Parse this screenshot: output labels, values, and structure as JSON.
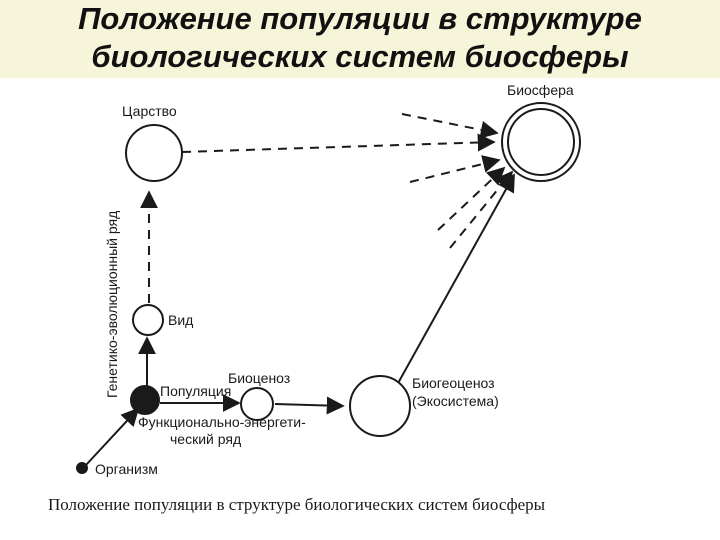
{
  "title": {
    "line1": "Положение популяции в структуре",
    "line2": "биологических систем биосферы"
  },
  "nodes": {
    "biosphere": "Биосфера",
    "kingdom": "Царство",
    "species": "Вид",
    "population": "Популяция",
    "biocenosis": "Биоценоз",
    "biogeocenosis_line1": "Биогеоценоз",
    "biogeocenosis_line2": "(Экосистема)",
    "organism": "Организм"
  },
  "axes": {
    "vertical": "Генетико-эволюционный ряд",
    "horizontal_line1": "Функционально-энергети-",
    "horizontal_line2": "ческий ряд"
  },
  "caption": "Положение популяции в структуре биологических систем биосферы",
  "colors": {
    "header_bg": "#f6f5d9",
    "ink": "#1a1a1a"
  }
}
